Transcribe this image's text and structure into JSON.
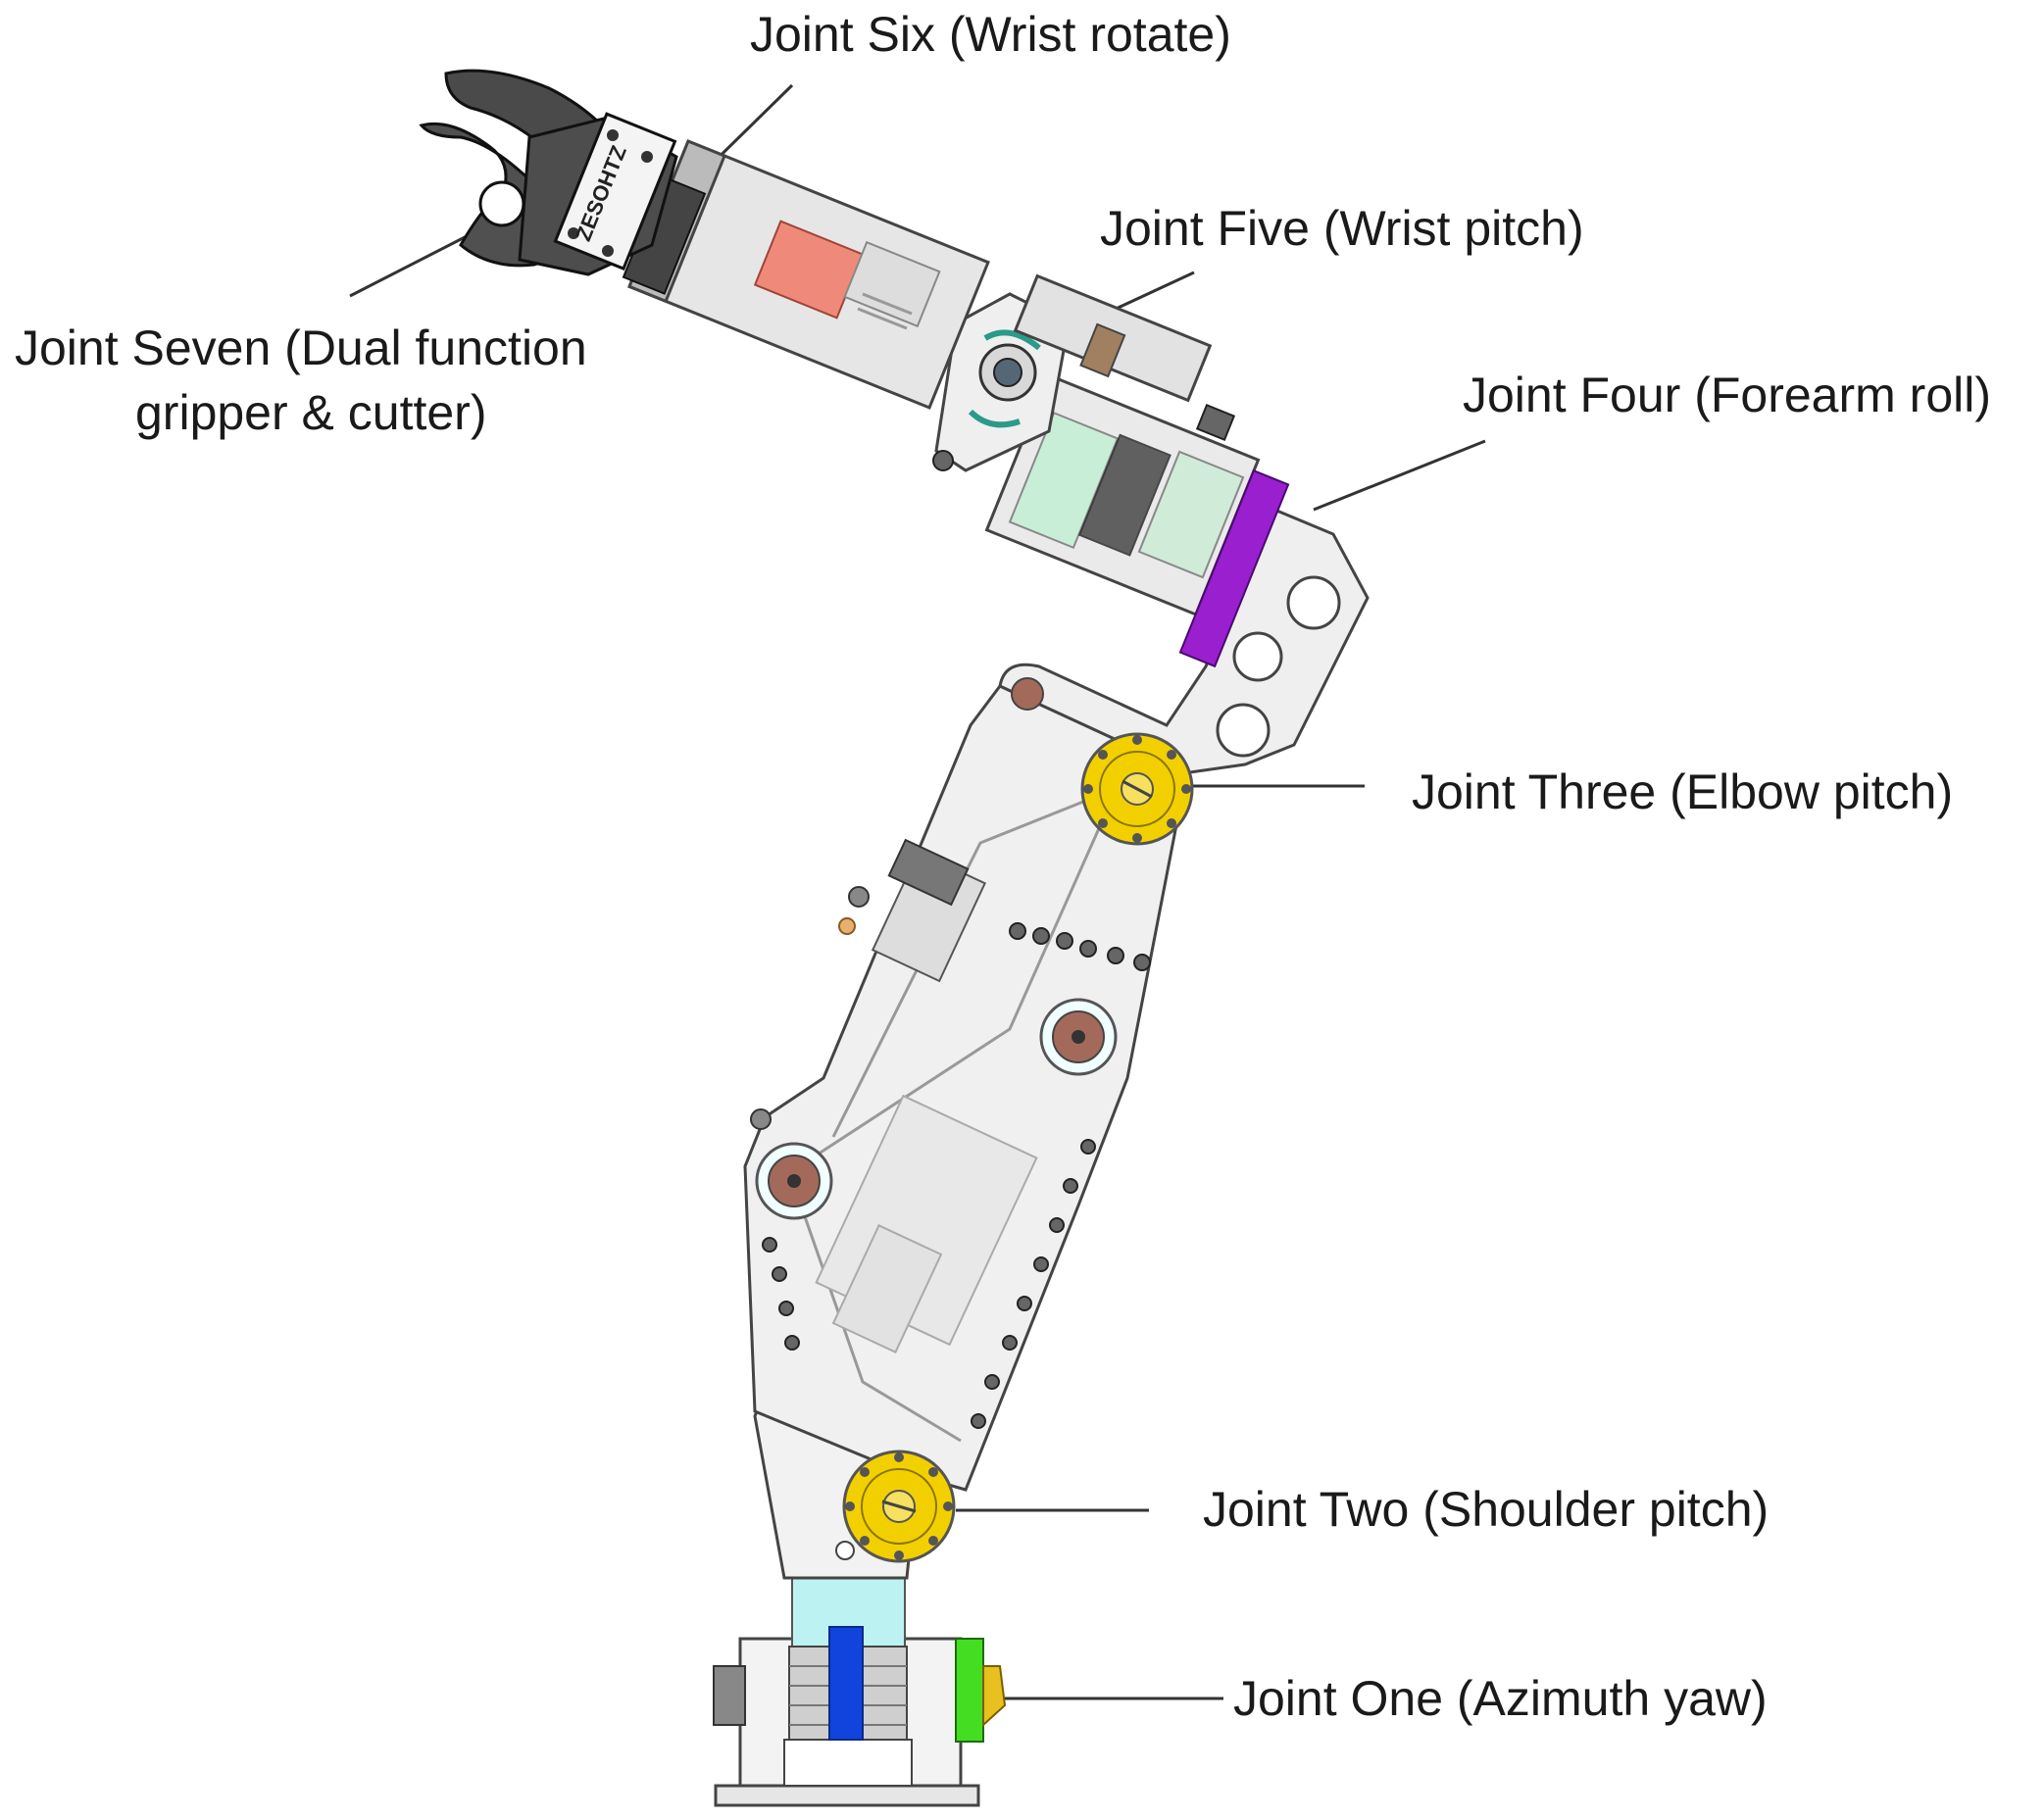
{
  "labels": {
    "joint_six": "Joint Six (Wrist rotate)",
    "joint_five": "Joint Five (Wrist pitch)",
    "joint_seven_line1": "Joint Seven (Dual function",
    "joint_seven_line2": "gripper & cutter)",
    "joint_four": "Joint Four (Forearm roll)",
    "joint_three": "Joint Three (Elbow pitch)",
    "joint_two": "Joint Two (Shoulder pitch)",
    "joint_one": "Joint One (Azimuth yaw)"
  },
  "gripper_marking": "ZESOHTZ",
  "colors": {
    "metal_light": "#eeeeee",
    "metal_mid": "#cfcfcf",
    "metal_dark": "#555555",
    "gear_yellow": "#f2d000",
    "bearing_red": "#a36a5c",
    "purple": "#9a1fcf",
    "cyan": "#bdf2f2",
    "blue": "#1144dd",
    "green": "#44dd22",
    "gold": "#e8c020",
    "leader_line": "#333333"
  }
}
